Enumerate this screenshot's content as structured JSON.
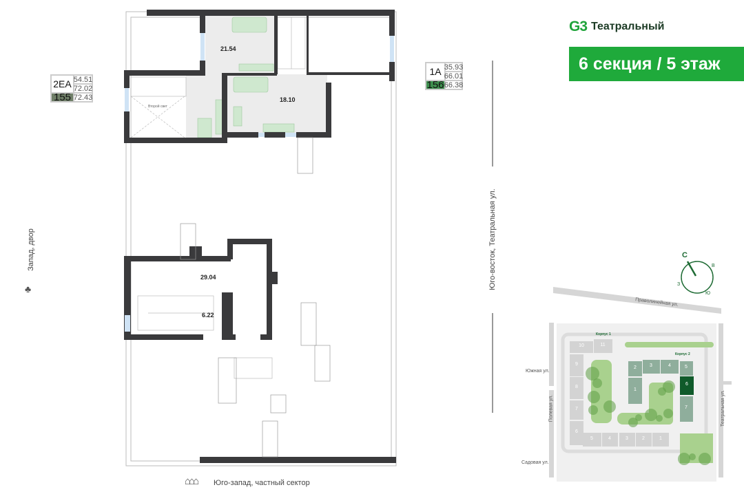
{
  "header": {
    "logo_mark": "G3",
    "logo_text": "Театральный",
    "section_floor": "6 секция / 5 этаж"
  },
  "apartments": [
    {
      "code": "2ЕА",
      "number": "155",
      "areas": [
        "54.51",
        "72.02",
        "72.43"
      ],
      "color": "#6f7f68"
    },
    {
      "code": "1А",
      "number": "156",
      "areas": [
        "35.93",
        "66.01",
        "66.38"
      ],
      "color": "#3f8f4f"
    }
  ],
  "rooms": {
    "r1": "21.54",
    "r2": "18.10",
    "r3": "29.04",
    "r4": "6.22",
    "second_light": "Второй свет"
  },
  "orientation": {
    "west": "Запад, двор",
    "southwest": "Юго-запад, частный сектор",
    "southeast": "Юго-восток, Театральная ул."
  },
  "site_map": {
    "compass": {
      "n": "С",
      "e": "В",
      "w": "З",
      "s": "Ю"
    },
    "streets": {
      "pravolineynaya": "Праволинейная ул.",
      "yuzhnaya": "Южная ул.",
      "polevaya": "Полевая ул.",
      "teatralnaya": "Театральная ул.",
      "sadovaya": "Садовая ул."
    },
    "korpus1_label": "Корпус 1",
    "korpus2_label": "Корпус 2",
    "korpus1_sections": [
      "10",
      "11",
      "9",
      "8",
      "7",
      "6",
      "5",
      "4",
      "3",
      "2",
      "1"
    ],
    "korpus2_sections": [
      "2",
      "3",
      "4",
      "5",
      "6",
      "7",
      "1"
    ],
    "highlighted_section": "6",
    "colors": {
      "highlight": "#0f5a2a",
      "korpus2": "#8fae9c",
      "korpus1": "#d3d3d3",
      "green": "#a9d18e"
    }
  }
}
